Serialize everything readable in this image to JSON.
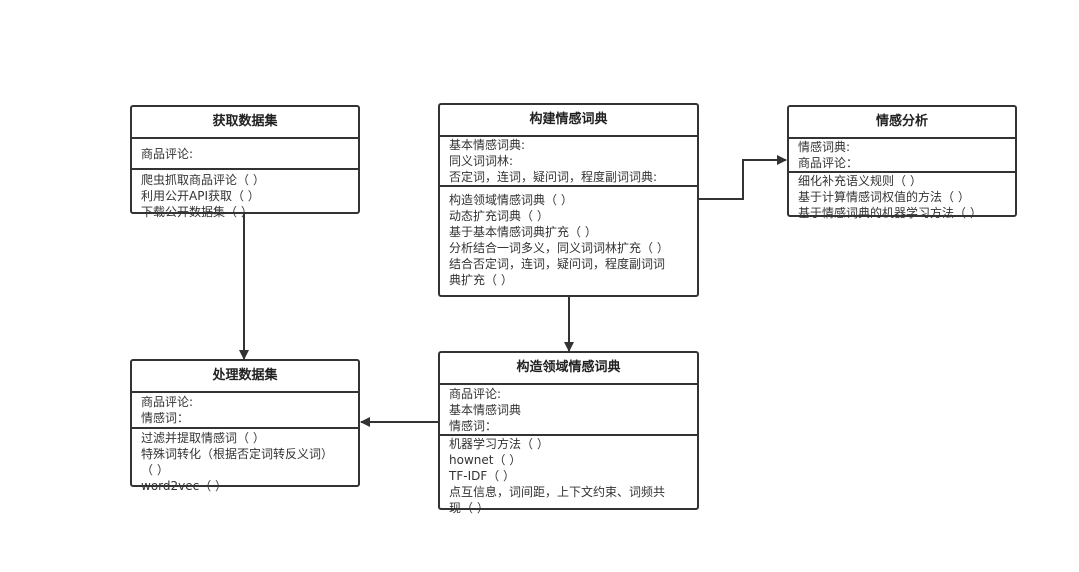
{
  "boxes": {
    "acquire": {
      "title": "获取数据集",
      "attributes": [
        "商品评论:"
      ],
      "methods": [
        "爬虫抓取商品评论（ ）",
        "利用公开API获取（ ）",
        "下载公开数据集（ ）"
      ]
    },
    "process": {
      "title": "处理数据集",
      "attributes": [
        "商品评论:",
        "情感词："
      ],
      "methods": [
        "过滤并提取情感词（ ）",
        "特殊词转化（根据否定词转反义词）",
        "（ ）",
        "word2vec（ ）"
      ]
    },
    "build": {
      "title": "构建情感词典",
      "attributes": [
        "基本情感词典:",
        "同义词词林:",
        "否定词，连词，疑问词，程度副词词典:"
      ],
      "methods": [
        "构造领域情感词典（ ）",
        "动态扩充词典（ ）",
        "基于基本情感词典扩充（ ）",
        "分析结合一词多义，同义词词林扩充（ ）",
        "结合否定词，连词，疑问词，程度副词词",
        "典扩充（ ）"
      ]
    },
    "domain": {
      "title": "构造领域情感词典",
      "attributes": [
        "商品评论:",
        "基本情感词典",
        "情感词："
      ],
      "methods": [
        "机器学习方法（ ）",
        "hownet（ ）",
        "TF-IDF（ ）",
        "点互信息，词间距，上下文约束、词频共",
        "现（ ）"
      ]
    },
    "analysis": {
      "title": "情感分析",
      "attributes": [
        "情感词典:",
        "商品评论："
      ],
      "methods": [
        "细化补充语义规则（ ）",
        "基于计算情感词权值的方法（ ）",
        "基于情感词典的机器学习方法（ ）"
      ]
    }
  },
  "colors": {
    "line": "#333333",
    "border": "#333333",
    "text": "#333333"
  }
}
